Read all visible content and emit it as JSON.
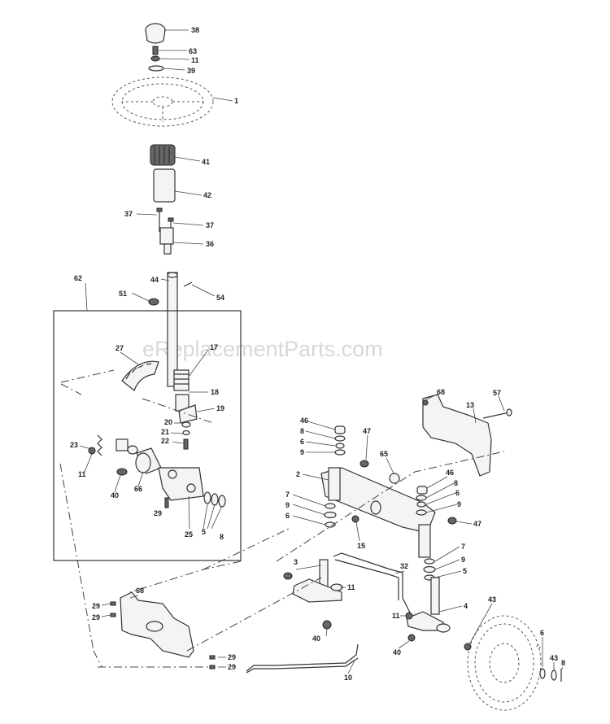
{
  "watermark": "eReplacementParts.com",
  "labels": {
    "p38": "38",
    "p63": "63",
    "p11a": "11",
    "p39": "39",
    "p1": "1",
    "p41": "41",
    "p42": "42",
    "p37a": "37",
    "p37b": "37",
    "p36": "36",
    "p62": "62",
    "p44": "44",
    "p51": "51",
    "p54": "54",
    "p27": "27",
    "p17": "17",
    "p18": "18",
    "p19": "19",
    "p20": "20",
    "p21": "21",
    "p22": "22",
    "p23": "23",
    "p11b": "11",
    "p40a": "40",
    "p66": "66",
    "p29a": "29",
    "p25": "25",
    "p5a": "5",
    "p8a": "8",
    "p68a": "68",
    "p13": "13",
    "p57": "57",
    "p46a": "46",
    "p8b": "8",
    "p6a": "6",
    "p9a": "9",
    "p47a": "47",
    "p65": "65",
    "p2": "2",
    "p7a": "7",
    "p9b": "9",
    "p6b": "6",
    "p46b": "46",
    "p8c": "8",
    "p6c": "6",
    "p9c": "9",
    "p47b": "47",
    "p15": "15",
    "p7b": "7",
    "p9d": "9",
    "p5b": "5",
    "p3": "3",
    "p11c": "11",
    "p32": "32",
    "p11d": "11",
    "p4": "4",
    "p40b": "40",
    "p40c": "40",
    "p43a": "43",
    "p6d": "6",
    "p43b": "43",
    "p8d": "8",
    "p10": "10",
    "p68b": "68",
    "p29b": "29",
    "p29c": "29",
    "p29d": "29",
    "p29e": "29"
  }
}
